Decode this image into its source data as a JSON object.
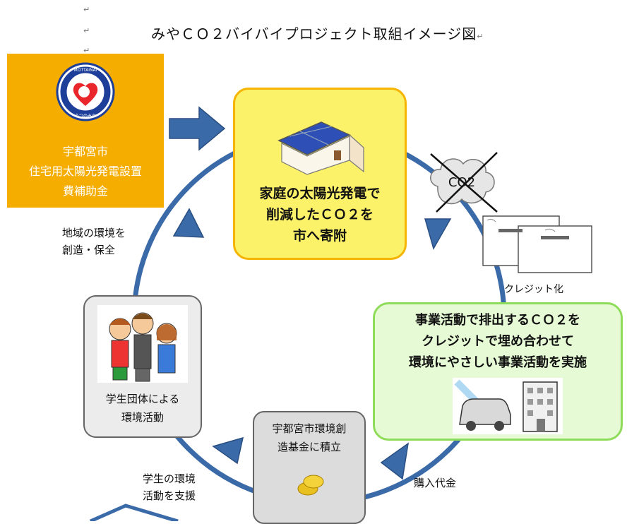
{
  "title": "みやＣＯ２バイバイプロジェクト取組イメージ図",
  "para_mark": "↵",
  "subsidy_box": {
    "logo_arc_text": "MOTTAINAI",
    "logo_bottom_text": "うつのみや",
    "lines": [
      "宇都宮市",
      "住宅用太陽光発電設置",
      "費補助金"
    ]
  },
  "home_box": {
    "lines": [
      "家庭の太陽光発電で",
      "削減したＣＯ２を",
      "市へ寄附"
    ]
  },
  "co2_cloud": {
    "label": "CO2"
  },
  "credit_label": "クレジット化",
  "business_box": {
    "lines": [
      "事業活動で排出するＣＯ２を",
      "クレジットで埋め合わせて",
      "環境にやさしい事業活動を実施"
    ]
  },
  "student_box": {
    "lines": [
      "学生団体による",
      "環境活動"
    ]
  },
  "fund_box": {
    "lines": [
      "宇都宮市環境創",
      "造基金に積立"
    ]
  },
  "labels": {
    "community": [
      "地域の環境を",
      "創造・保全"
    ],
    "purchase": "購入代金",
    "support": [
      "学生の環境",
      "活動を支援"
    ]
  },
  "colors": {
    "arrow_blue": "#3b6aa8",
    "subsidy_orange": "#f5ad00",
    "home_yellow": "#fbf26a",
    "business_green": "#e6fbd5"
  }
}
